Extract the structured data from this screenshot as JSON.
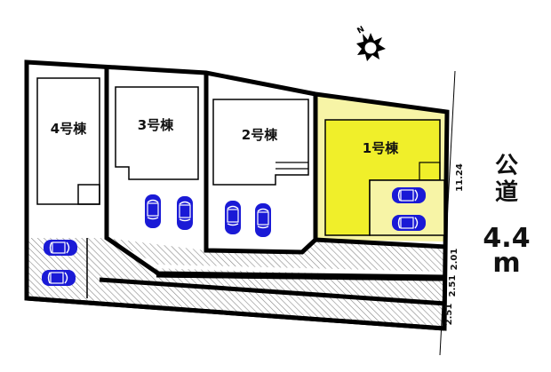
{
  "plan": {
    "lots": [
      {
        "id": 4,
        "label": "4号棟",
        "fill": "#ffffff"
      },
      {
        "id": 3,
        "label": "3号棟",
        "fill": "#ffffff"
      },
      {
        "id": 2,
        "label": "2号棟",
        "fill": "#ffffff"
      },
      {
        "id": 1,
        "label": "1号棟",
        "fill": "#f0ef2a",
        "lot_fill": "#f7f4a6"
      }
    ],
    "dimensions": {
      "frontage": "11.24",
      "driveway_1": "2.01",
      "driveway_2": "2.51",
      "driveway_3": "2.51"
    },
    "road": {
      "label_line1": "公",
      "label_line2": "道",
      "width_value": "4.4",
      "width_unit": "m"
    },
    "compass": {
      "north_label": "N"
    },
    "colors": {
      "car": "#1a1ad6",
      "line": "#000000",
      "hatch": "#888888"
    }
  }
}
